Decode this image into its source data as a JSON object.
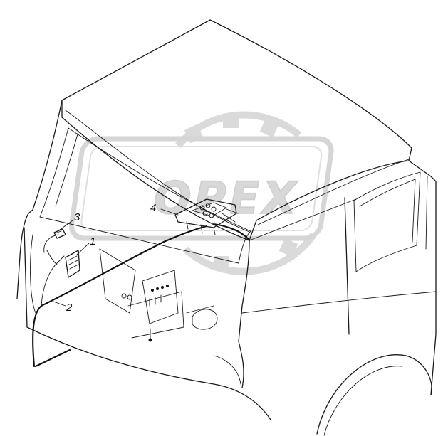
{
  "diagram": {
    "callouts": [
      {
        "id": "1",
        "label": "1"
      },
      {
        "id": "2",
        "label": "2"
      },
      {
        "id": "3",
        "label": "3"
      },
      {
        "id": "4",
        "label": "4"
      }
    ],
    "watermark": {
      "text": "OPEX",
      "color": "#d9d9d9"
    }
  }
}
